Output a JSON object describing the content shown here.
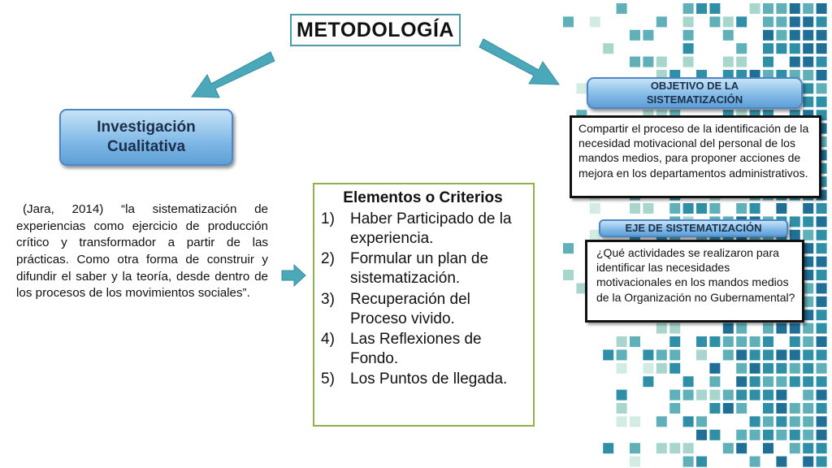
{
  "title": "METODOLOGÍA",
  "investigacion": {
    "label_line1": "Investigación",
    "label_line2": "Cualitativa"
  },
  "quote": {
    "text": "(Jara, 2014) “la sistematización de experiencias como ejercicio de producción crítico y transformador a partir de las prácticas. Como otra forma de construir y difundir el saber y la teoría, desde dentro de los procesos de los movimientos sociales”."
  },
  "criteria": {
    "title": "Elementos o Criterios",
    "items": [
      {
        "num": "1)",
        "text": "Haber Participado de la experiencia."
      },
      {
        "num": "2)",
        "text": "Formular un plan de sistematización."
      },
      {
        "num": "3)",
        "text": "Recuperación del Proceso vivido."
      },
      {
        "num": "4)",
        "text": "Las Reflexiones de Fondo."
      },
      {
        "num": "5)",
        "text": "Los Puntos de llegada."
      }
    ]
  },
  "objetivo": {
    "label_line1": "OBJETIVO DE LA",
    "label_line2": "SISTEMATIZACIÓN",
    "text": "Compartir el proceso de la identificación de la necesidad motivacional del personal de los mandos medios, para proponer acciones de mejora en los departamentos administrativos."
  },
  "eje": {
    "label": "EJE DE SISTEMATIZACIÓN",
    "text": "¿Qué actividades se realizaron para identificar las necesidades motivacionales en los mandos medios de la Organización no Gubernamental?"
  },
  "colors": {
    "arrow": "#4aa8b8",
    "criteria_border": "#8fb04a",
    "mosaic": [
      "#d3ece3",
      "#a9d6cc",
      "#5fb0b8",
      "#2e8fa6",
      "#1f6f96"
    ]
  }
}
